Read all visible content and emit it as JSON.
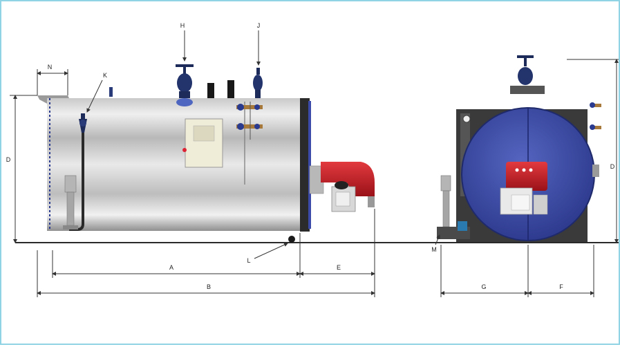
{
  "labels": {
    "a": "A",
    "b": "B",
    "d_left": "D",
    "d_right": "D",
    "e": "E",
    "f": "F",
    "g": "G",
    "h": "H",
    "j": "J",
    "k": "K",
    "l": "L",
    "m": "M",
    "n": "N"
  },
  "colors": {
    "frame_border": "#8fd3e4",
    "shell_light": "#e6e6e6",
    "shell_mid": "#bcbcbc",
    "shell_dark": "#8a8a8a",
    "front_blue": "#3b4aa8",
    "burner_red": "#c81d25",
    "valve_navy": "#1d2b5a",
    "ground": "#2a2a2a",
    "dim_line": "#333333"
  }
}
